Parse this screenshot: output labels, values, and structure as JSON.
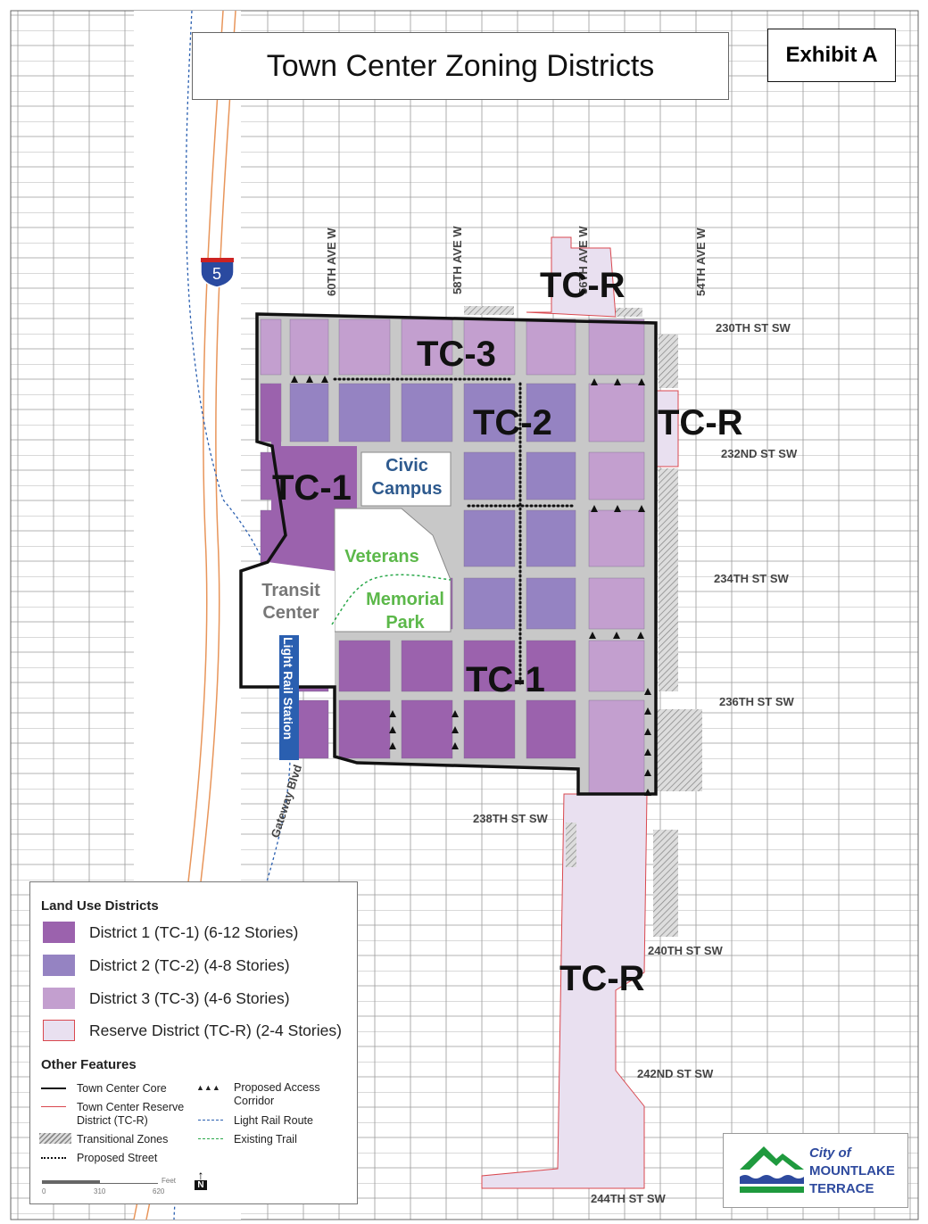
{
  "title": "Town Center Zoning Districts",
  "exhibit": "Exhibit A",
  "colors": {
    "tc1": "#9b62ad",
    "tc2": "#9583c2",
    "tc3": "#c39fcf",
    "tcr": "#e9e0f0",
    "tcr_border": "#d9484f",
    "street": "#c8c8c8",
    "trail": "#2aa84a",
    "rail": "#2a5fb0",
    "freeway": "#e8955a"
  },
  "map": {
    "district_labels": {
      "tc3": "TC-3",
      "tc2": "TC-2",
      "tc1_west": "TC-1",
      "tc1_south": "TC-1",
      "tcr_north": "TC-R",
      "tcr_east": "TC-R",
      "tcr_south": "TC-R"
    },
    "place_labels": {
      "civic_line1": "Civic",
      "civic_line2": "Campus",
      "veterans": "Veterans",
      "memorial": "Memorial",
      "park": "Park",
      "transit_line1": "Transit",
      "transit_line2": "Center",
      "light_rail_station": "Light Rail Station",
      "gateway_blvd": "Gateway Blvd",
      "interstate": "5"
    },
    "streets": {
      "ave60": "60TH AVE W",
      "ave58": "58TH AVE W",
      "ave56": "56TH AVE W",
      "ave54": "54TH AVE W",
      "st230": "230TH ST SW",
      "st232": "232ND ST SW",
      "st234": "234TH ST SW",
      "st236": "236TH ST SW",
      "st238": "238TH ST SW",
      "st240": "240TH ST SW",
      "st242": "242ND ST SW",
      "st244": "244TH ST SW"
    }
  },
  "legend": {
    "land_use_title": "Land Use Districts",
    "districts": [
      {
        "label": "District 1 (TC-1) (6-12 Stories)",
        "color": "#9b62ad"
      },
      {
        "label": "District 2 (TC-2) (4-8 Stories)",
        "color": "#9583c2"
      },
      {
        "label": "District 3 (TC-3) (4-6 Stories)",
        "color": "#c39fcf"
      },
      {
        "label": "Reserve District (TC-R) (2-4 Stories)",
        "color": "#e9e0f0"
      }
    ],
    "other_title": "Other Features",
    "features": {
      "core": "Town Center Core",
      "reserve_line1": "Town Center Reserve",
      "reserve_line2": "District (TC-R)",
      "transitional": "Transitional Zones",
      "proposed_street": "Proposed Street",
      "access_line1": "Proposed Access",
      "access_line2": "Corridor",
      "light_rail": "Light Rail Route",
      "trail": "Existing Trail"
    },
    "scale": {
      "unit": "Feet",
      "ticks": [
        "0",
        "310",
        "620"
      ]
    },
    "north": "N"
  },
  "logo": {
    "line1": "City of",
    "line2": "MOUNTLAKE",
    "line3": "TERRACE"
  }
}
